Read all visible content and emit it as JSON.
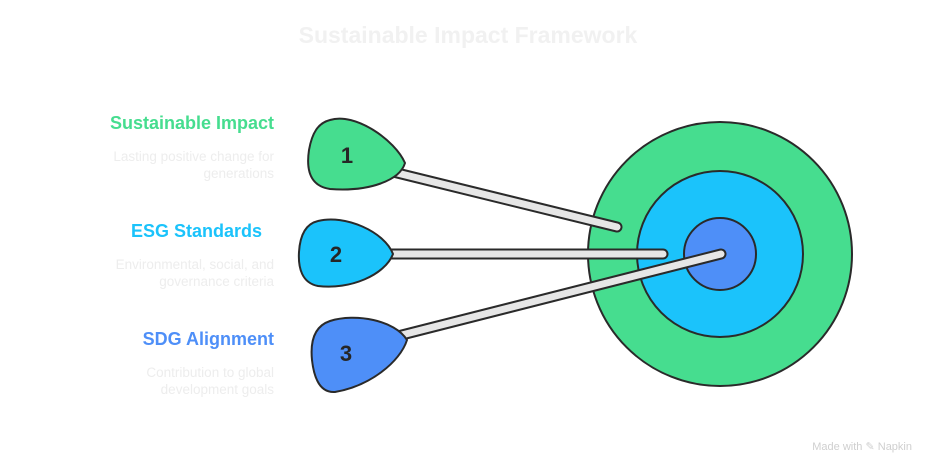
{
  "title": "Sustainable Impact Framework",
  "items": [
    {
      "number": "1",
      "title": "Sustainable Impact",
      "description": "Lasting positive change for generations",
      "color": "#46dd8f"
    },
    {
      "number": "2",
      "title": "ESG Standards",
      "description": "Environmental, social, and governance criteria",
      "color": "#1bc3fb"
    },
    {
      "number": "3",
      "title": "SDG Alignment",
      "description": "Contribution to global development goals",
      "color": "#4e8ff8"
    }
  ],
  "target": {
    "rings": [
      {
        "name": "outer",
        "color": "#46dd8f"
      },
      {
        "name": "middle",
        "color": "#1bc3fb"
      },
      {
        "name": "inner",
        "color": "#4e8ff8"
      }
    ],
    "stroke_color": "#2a2a2a"
  },
  "arrow_shaft_color": "#e6e6e6",
  "footer": {
    "text": "Made with",
    "brand": "Napkin",
    "icon": "napkin-logo-icon"
  }
}
